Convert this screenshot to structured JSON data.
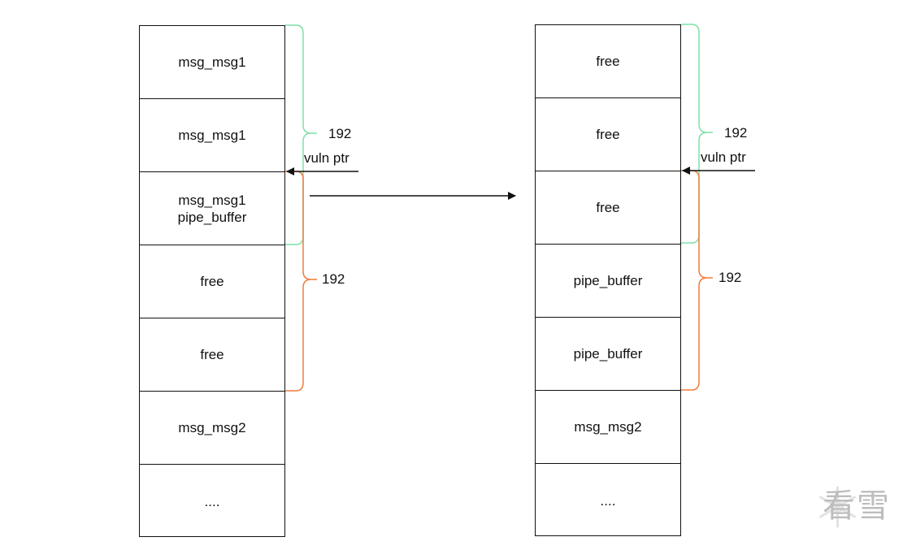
{
  "left_column": {
    "cells": [
      {
        "lines": [
          "msg_msg1"
        ]
      },
      {
        "lines": [
          "msg_msg1"
        ]
      },
      {
        "lines": [
          "msg_msg1",
          "pipe_buffer"
        ]
      },
      {
        "lines": [
          "free"
        ]
      },
      {
        "lines": [
          "free"
        ]
      },
      {
        "lines": [
          "msg_msg2"
        ]
      },
      {
        "lines": [
          "...."
        ]
      }
    ],
    "green_brace_label": "192",
    "orange_brace_label": "192",
    "pointer_label": "vuln ptr"
  },
  "right_column": {
    "cells": [
      {
        "lines": [
          "free"
        ]
      },
      {
        "lines": [
          "free"
        ]
      },
      {
        "lines": [
          "free"
        ]
      },
      {
        "lines": [
          "pipe_buffer"
        ]
      },
      {
        "lines": [
          "pipe_buffer"
        ]
      },
      {
        "lines": [
          "msg_msg2"
        ]
      },
      {
        "lines": [
          "...."
        ]
      }
    ],
    "green_brace_label": "192",
    "orange_brace_label": "192",
    "pointer_label": "vuln ptr"
  },
  "colors": {
    "green_brace": "#7fe0a8",
    "orange_brace": "#f07c3c",
    "line": "#111111"
  },
  "watermark": {
    "text": "看雪",
    "icon": "snowflake-logo-icon"
  }
}
